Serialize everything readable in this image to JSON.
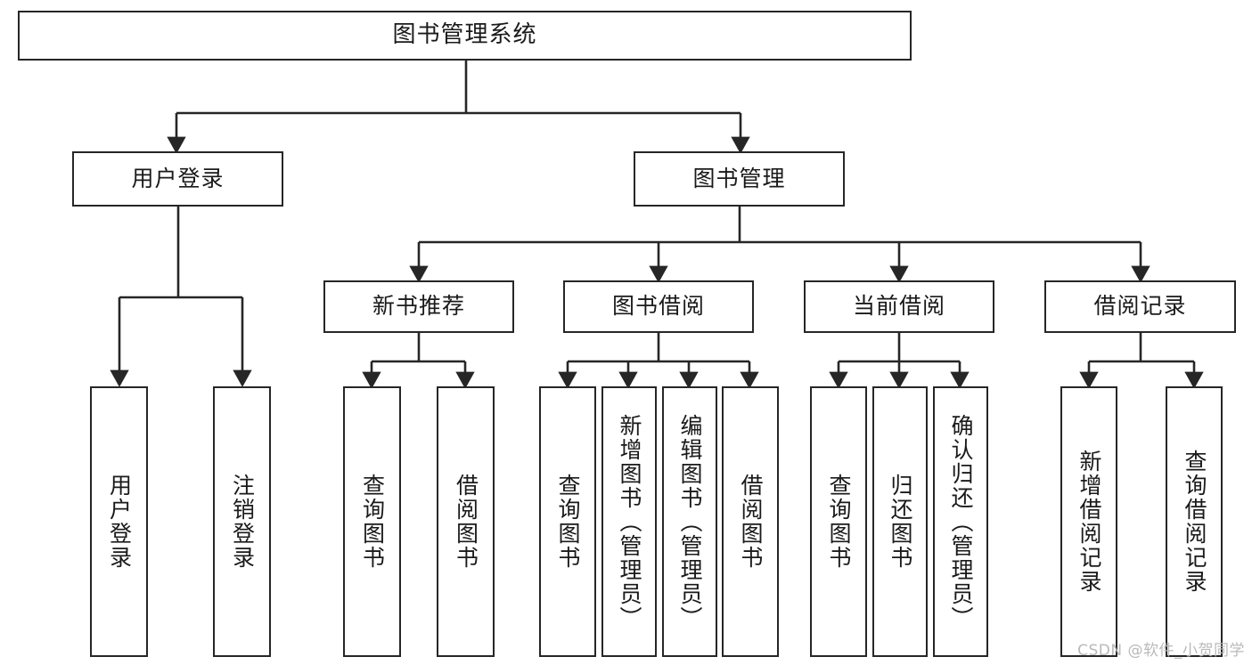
{
  "diagram": {
    "type": "tree",
    "title": "图书管理系统",
    "orientation": "top-down",
    "colors": {
      "node_border": "#262626",
      "node_fill": "#ffffff",
      "edge": "#262626",
      "text": "#1a1a1a",
      "watermark": "#b9b9b9",
      "background": "#ffffff"
    },
    "root": {
      "label": "图书管理系统"
    },
    "level2": [
      {
        "label": "用户登录"
      },
      {
        "label": "图书管理"
      }
    ],
    "level3": [
      {
        "label": "新书推荐"
      },
      {
        "label": "图书借阅"
      },
      {
        "label": "当前借阅"
      },
      {
        "label": "借阅记录"
      }
    ],
    "leaves": {
      "user_login": [
        {
          "label": "用户登录"
        },
        {
          "label": "注销登录"
        }
      ],
      "new_book_recommend": [
        {
          "label": "查询图书"
        },
        {
          "label": "借阅图书"
        }
      ],
      "book_borrow": [
        {
          "label": "查询图书"
        },
        {
          "label": "新增图书（管理员）"
        },
        {
          "label": "编辑图书（管理员）"
        },
        {
          "label": "借阅图书"
        }
      ],
      "current_borrow": [
        {
          "label": "查询图书"
        },
        {
          "label": "归还图书"
        },
        {
          "label": "确认归还（管理员）"
        }
      ],
      "borrow_record": [
        {
          "label": "新增借阅记录"
        },
        {
          "label": "查询借阅记录"
        }
      ]
    }
  },
  "watermark": {
    "text": "CSDN @软件_小贺同学"
  }
}
